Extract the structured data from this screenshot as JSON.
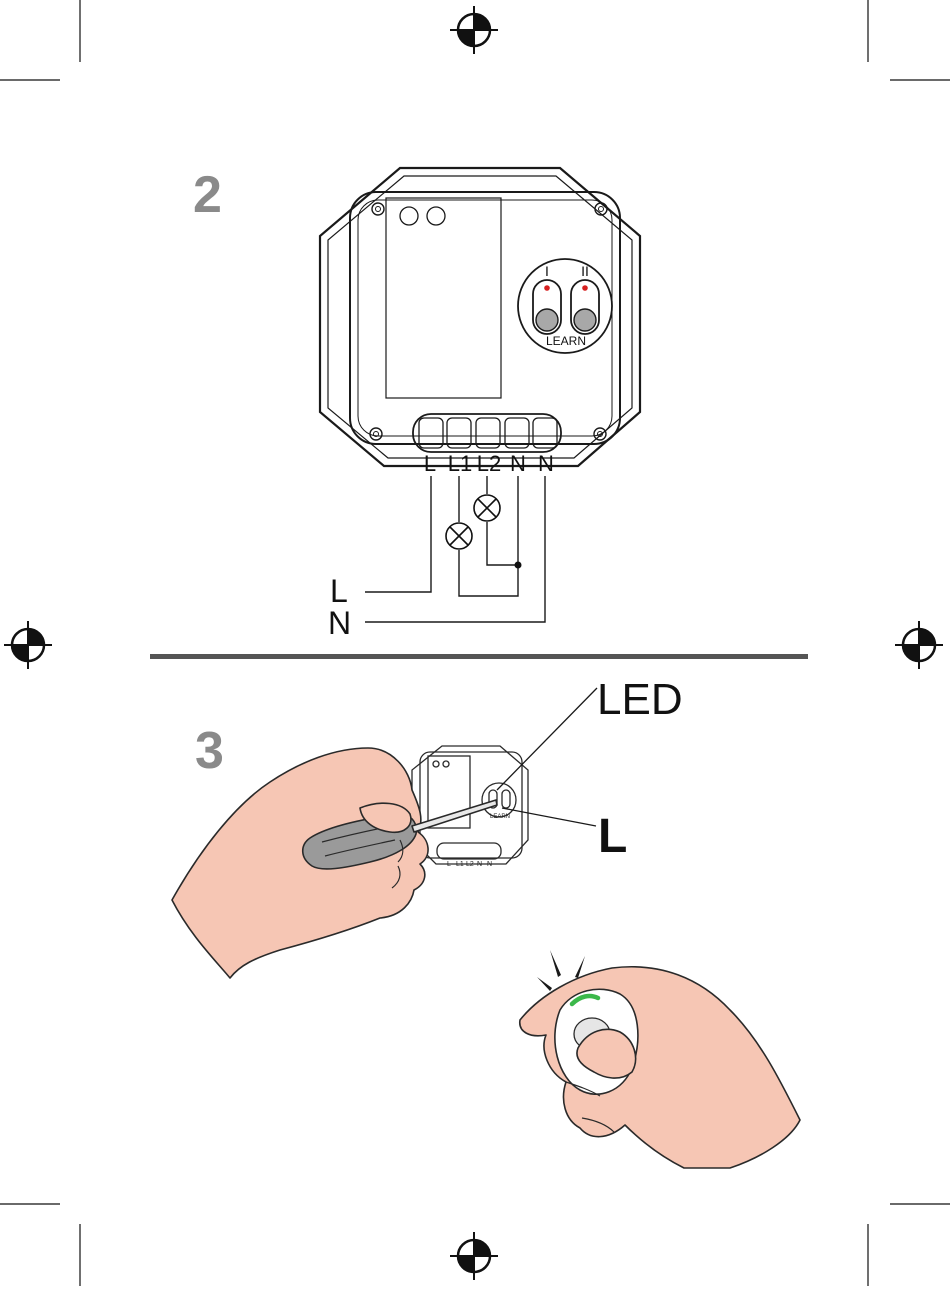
{
  "steps": {
    "step2": "2",
    "step3": "3"
  },
  "module": {
    "channel_1": "I",
    "channel_2": "II",
    "learn_label": "LEARN",
    "terminals": [
      "L",
      "L1",
      "L2",
      "N",
      "N"
    ]
  },
  "wiring": {
    "line_label": "L",
    "neutral_label": "N"
  },
  "callouts": {
    "led": "LED",
    "l": "L"
  },
  "colors": {
    "ink": "#1a1a1a",
    "step_gray": "#8a8a8a",
    "divider": "#555555",
    "led_red": "#d62020",
    "skin": "#f6c6b4",
    "remote_led_green": "#3cb84a"
  },
  "icons": [
    "registration-mark-icon",
    "lamp-icon",
    "screwdriver-icon",
    "remote-control-icon"
  ]
}
